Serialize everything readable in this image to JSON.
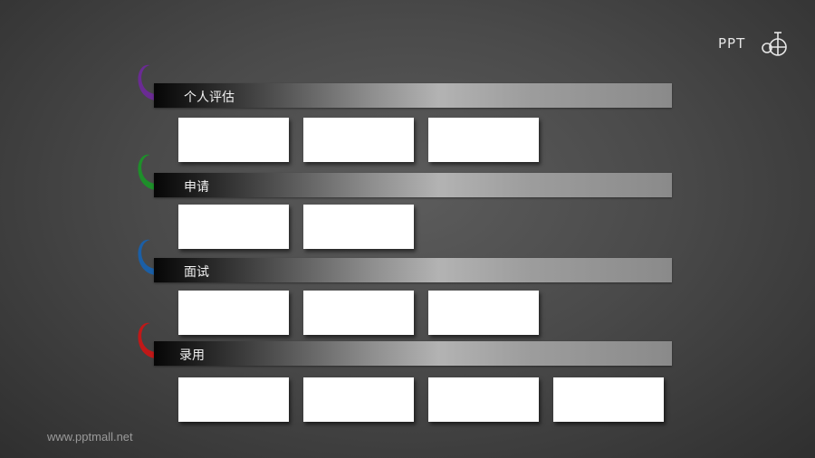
{
  "logo": {
    "text": "PPT",
    "icon_name": "ppt-store-logo-icon"
  },
  "footer": {
    "url": "www.pptmall.net"
  },
  "colors": {
    "purple": "#6a2b93",
    "green": "#1e8f2a",
    "blue": "#1b5fa6",
    "red": "#c01818"
  },
  "sections": [
    {
      "label": "个人评估",
      "box_count": 3,
      "color": "#6a2b93"
    },
    {
      "label": "申请",
      "box_count": 2,
      "color": "#1e8f2a"
    },
    {
      "label": "面试",
      "box_count": 3,
      "color": "#1b5fa6"
    },
    {
      "label": "录用",
      "box_count": 4,
      "color": "#c01818"
    }
  ]
}
